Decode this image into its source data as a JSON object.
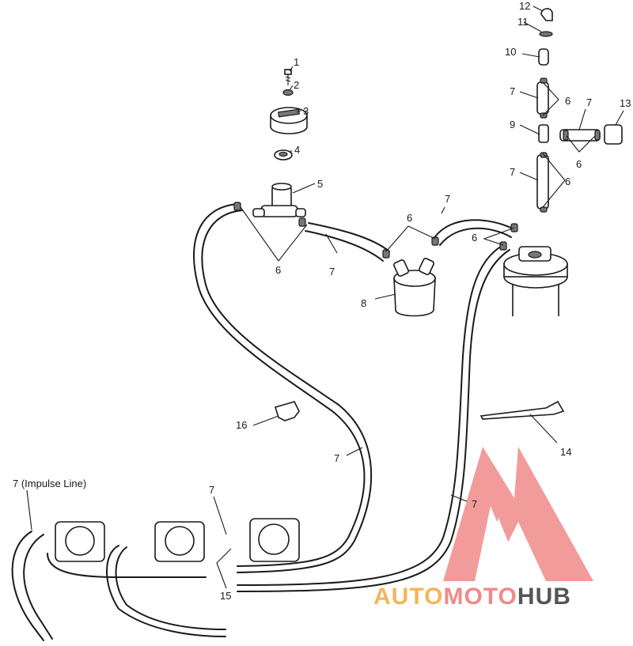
{
  "callouts": {
    "c1": "1",
    "c2": "2",
    "c3": "3",
    "c4": "4",
    "c5": "5",
    "c6a": "6",
    "c6b": "6",
    "c6c": "6",
    "c6d": "6",
    "c6e": "6",
    "c6f": "6",
    "c7a": "7",
    "c7b": "7",
    "c7c": "7",
    "c7d": "7",
    "c7e": "7",
    "c7f": "7",
    "c7g": "7",
    "c7h": "7",
    "c7impulse": "7 (Impulse Line)",
    "c8": "8",
    "c9": "9",
    "c10": "10",
    "c11": "11",
    "c12": "12",
    "c13": "13",
    "c14": "14",
    "c15": "15",
    "c16": "16"
  },
  "watermark": {
    "part1": "AUTO",
    "part2": "MOTO",
    "part3": "HUB",
    "colors": {
      "auto": "#f5b45a",
      "moto": "#f08a8a",
      "hub": "#555555"
    }
  }
}
